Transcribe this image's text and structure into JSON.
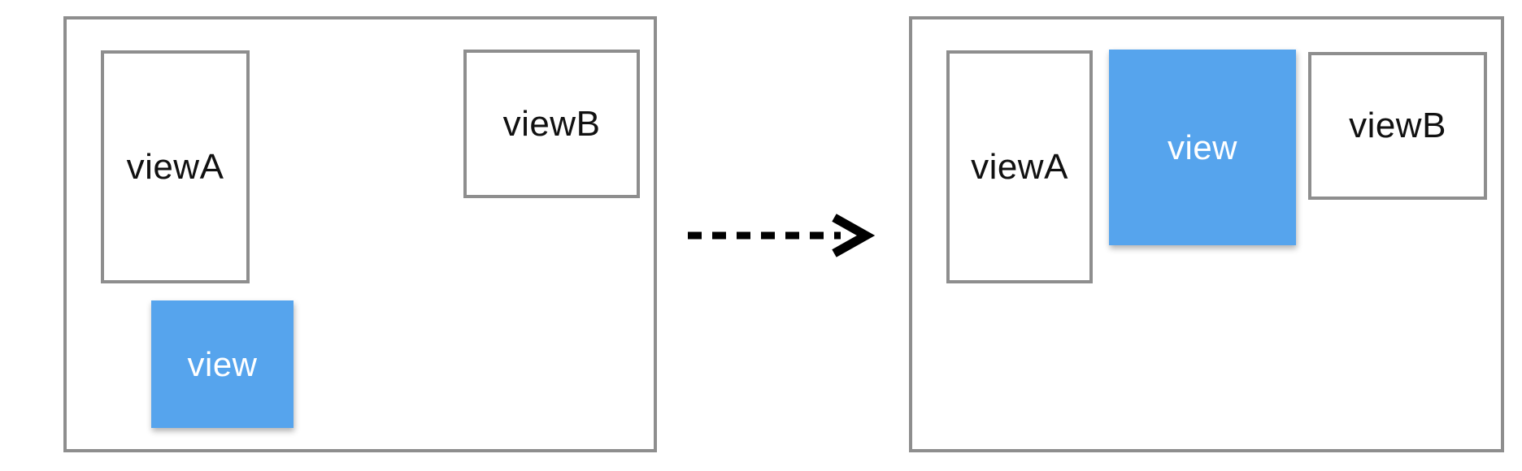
{
  "colors": {
    "background": "#FFFFFF",
    "panel_border": "#8E8E8E",
    "box_border": "#8E8E8E",
    "view_fill": "#56A4ED",
    "view_label_color": "#FFFFFF",
    "label_color": "#111111",
    "arrow_color": "#000000"
  },
  "before_panel": {
    "viewA_label": "viewA",
    "viewB_label": "viewB",
    "view_label": "view"
  },
  "after_panel": {
    "viewA_label": "viewA",
    "viewB_label": "viewB",
    "view_label": "view"
  },
  "arrow": {
    "icon": "dashed-right-arrow",
    "direction": "right",
    "style": "dashed"
  }
}
